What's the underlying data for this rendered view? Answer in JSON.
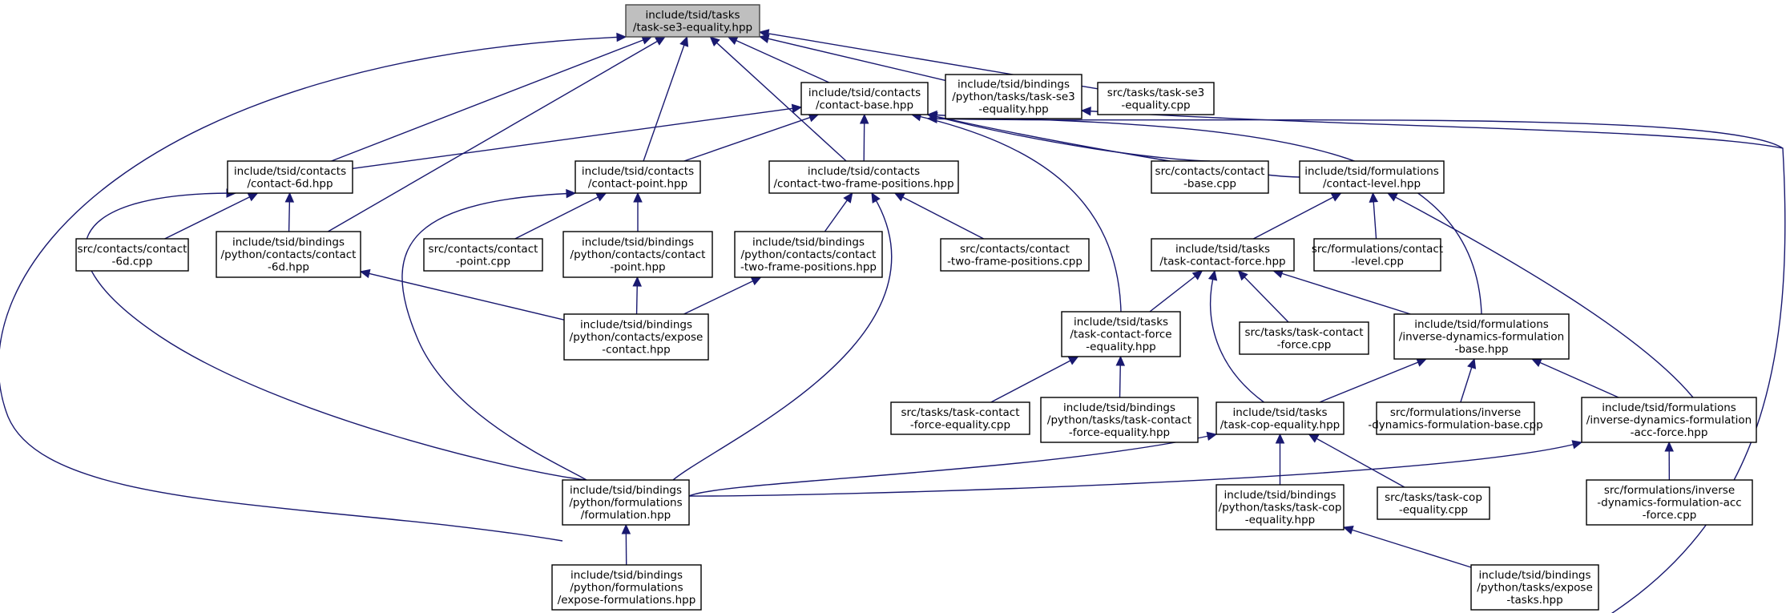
{
  "title": "",
  "colors": {
    "edge": "#191970",
    "root_fill": "#bfbfbf",
    "node_fill": "#ffffff",
    "border": "#000000"
  },
  "nodes": [
    {
      "id": "n0",
      "lines": [
        "include/tsid/tasks",
        "/task-se3-equality.hpp"
      ],
      "root": true
    },
    {
      "id": "n1",
      "lines": [
        "include/tsid/contacts",
        "/contact-base.hpp"
      ]
    },
    {
      "id": "n2",
      "lines": [
        "include/tsid/bindings",
        "/python/tasks/task-se3",
        "-equality.hpp"
      ]
    },
    {
      "id": "n3",
      "lines": [
        "src/tasks/task-se3",
        "-equality.cpp"
      ]
    },
    {
      "id": "n4",
      "lines": [
        "include/tsid/contacts",
        "/contact-6d.hpp"
      ]
    },
    {
      "id": "n5",
      "lines": [
        "include/tsid/contacts",
        "/contact-point.hpp"
      ]
    },
    {
      "id": "n6",
      "lines": [
        "include/tsid/contacts",
        "/contact-two-frame-positions.hpp"
      ]
    },
    {
      "id": "n7",
      "lines": [
        "src/contacts/contact",
        "-base.cpp"
      ]
    },
    {
      "id": "n8",
      "lines": [
        "include/tsid/formulations",
        "/contact-level.hpp"
      ]
    },
    {
      "id": "n9",
      "lines": [
        "src/contacts/contact",
        "-6d.cpp"
      ]
    },
    {
      "id": "n10",
      "lines": [
        "include/tsid/bindings",
        "/python/contacts/contact",
        "-6d.hpp"
      ]
    },
    {
      "id": "n11",
      "lines": [
        "src/contacts/contact",
        "-point.cpp"
      ]
    },
    {
      "id": "n12",
      "lines": [
        "include/tsid/bindings",
        "/python/contacts/contact",
        "-point.hpp"
      ]
    },
    {
      "id": "n13",
      "lines": [
        "include/tsid/bindings",
        "/python/contacts/contact",
        "-two-frame-positions.hpp"
      ]
    },
    {
      "id": "n14",
      "lines": [
        "src/contacts/contact",
        "-two-frame-positions.cpp"
      ]
    },
    {
      "id": "n15",
      "lines": [
        "include/tsid/tasks",
        "/task-contact-force.hpp"
      ]
    },
    {
      "id": "n16",
      "lines": [
        "src/formulations/contact",
        "-level.cpp"
      ]
    },
    {
      "id": "n17",
      "lines": [
        "include/tsid/bindings",
        "/python/contacts/expose",
        "-contact.hpp"
      ]
    },
    {
      "id": "n18",
      "lines": [
        "include/tsid/tasks",
        "/task-contact-force",
        "-equality.hpp"
      ]
    },
    {
      "id": "n19",
      "lines": [
        "src/tasks/task-contact",
        "-force.cpp"
      ]
    },
    {
      "id": "n20",
      "lines": [
        "include/tsid/formulations",
        "/inverse-dynamics-formulation",
        "-base.hpp"
      ]
    },
    {
      "id": "n21",
      "lines": [
        "src/tasks/task-contact",
        "-force-equality.cpp"
      ]
    },
    {
      "id": "n22",
      "lines": [
        "include/tsid/bindings",
        "/python/tasks/task-contact",
        "-force-equality.hpp"
      ]
    },
    {
      "id": "n23",
      "lines": [
        "include/tsid/tasks",
        "/task-cop-equality.hpp"
      ]
    },
    {
      "id": "n24",
      "lines": [
        "src/formulations/inverse",
        "-dynamics-formulation-base.cpp"
      ]
    },
    {
      "id": "n25",
      "lines": [
        "include/tsid/formulations",
        "/inverse-dynamics-formulation",
        "-acc-force.hpp"
      ]
    },
    {
      "id": "n26",
      "lines": [
        "include/tsid/bindings",
        "/python/formulations",
        "/formulation.hpp"
      ]
    },
    {
      "id": "n27",
      "lines": [
        "include/tsid/bindings",
        "/python/tasks/task-cop",
        "-equality.hpp"
      ]
    },
    {
      "id": "n28",
      "lines": [
        "src/tasks/task-cop",
        "-equality.cpp"
      ]
    },
    {
      "id": "n29",
      "lines": [
        "src/formulations/inverse",
        "-dynamics-formulation-acc",
        "-force.cpp"
      ]
    },
    {
      "id": "n30",
      "lines": [
        "include/tsid/bindings",
        "/python/formulations",
        "/expose-formulations.hpp"
      ]
    },
    {
      "id": "n31",
      "lines": [
        "include/tsid/bindings",
        "/python/tasks/expose",
        "-tasks.hpp"
      ]
    }
  ],
  "edges": [
    {
      "from": "n0",
      "to": "n1"
    },
    {
      "from": "n0",
      "to": "n2"
    },
    {
      "from": "n0",
      "to": "n3"
    },
    {
      "from": "n0",
      "to": "n4"
    },
    {
      "from": "n0",
      "to": "n5"
    },
    {
      "from": "n0",
      "to": "n6"
    },
    {
      "from": "n0",
      "to": "n10"
    },
    {
      "from": "n0",
      "to": "n26"
    },
    {
      "from": "n1",
      "to": "n4"
    },
    {
      "from": "n1",
      "to": "n5"
    },
    {
      "from": "n1",
      "to": "n6"
    },
    {
      "from": "n1",
      "to": "n7"
    },
    {
      "from": "n1",
      "to": "n8"
    },
    {
      "from": "n1",
      "to": "n18"
    },
    {
      "from": "n1",
      "to": "n20"
    },
    {
      "from": "n1",
      "to": "n31"
    },
    {
      "from": "n2",
      "to": "n31"
    },
    {
      "from": "n4",
      "to": "n9"
    },
    {
      "from": "n4",
      "to": "n10"
    },
    {
      "from": "n4",
      "to": "n26"
    },
    {
      "from": "n5",
      "to": "n11"
    },
    {
      "from": "n5",
      "to": "n12"
    },
    {
      "from": "n5",
      "to": "n26"
    },
    {
      "from": "n6",
      "to": "n13"
    },
    {
      "from": "n6",
      "to": "n14"
    },
    {
      "from": "n6",
      "to": "n26"
    },
    {
      "from": "n8",
      "to": "n15"
    },
    {
      "from": "n8",
      "to": "n16"
    },
    {
      "from": "n8",
      "to": "n25"
    },
    {
      "from": "n10",
      "to": "n17"
    },
    {
      "from": "n12",
      "to": "n17"
    },
    {
      "from": "n13",
      "to": "n17"
    },
    {
      "from": "n15",
      "to": "n18"
    },
    {
      "from": "n15",
      "to": "n19"
    },
    {
      "from": "n15",
      "to": "n20"
    },
    {
      "from": "n15",
      "to": "n23"
    },
    {
      "from": "n18",
      "to": "n21"
    },
    {
      "from": "n18",
      "to": "n22"
    },
    {
      "from": "n20",
      "to": "n23"
    },
    {
      "from": "n20",
      "to": "n24"
    },
    {
      "from": "n20",
      "to": "n25"
    },
    {
      "from": "n23",
      "to": "n26"
    },
    {
      "from": "n23",
      "to": "n27"
    },
    {
      "from": "n23",
      "to": "n28"
    },
    {
      "from": "n25",
      "to": "n26"
    },
    {
      "from": "n25",
      "to": "n29"
    },
    {
      "from": "n26",
      "to": "n30"
    },
    {
      "from": "n27",
      "to": "n31"
    }
  ]
}
